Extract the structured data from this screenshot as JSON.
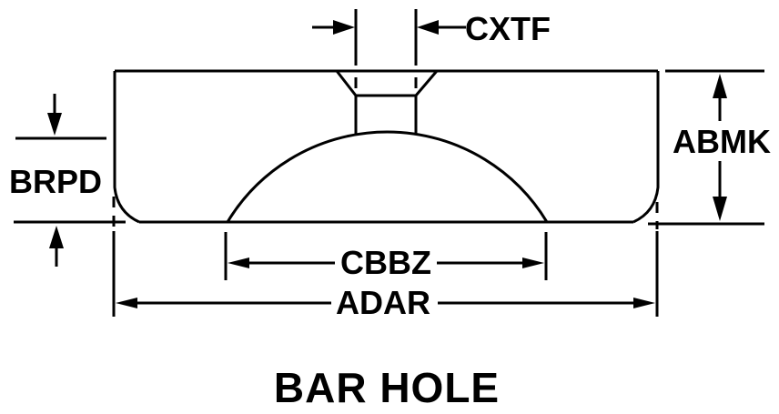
{
  "diagram": {
    "title": "BAR HOLE",
    "labels": {
      "countersink_diameter": "CXTF",
      "bar_thickness": "ABMK",
      "cavity_height": "BRPD",
      "cavity_width": "CBBZ",
      "overall_width": "ADAR"
    },
    "colors": {
      "line": "#000000",
      "text": "#000000",
      "background": "#ffffff"
    }
  }
}
